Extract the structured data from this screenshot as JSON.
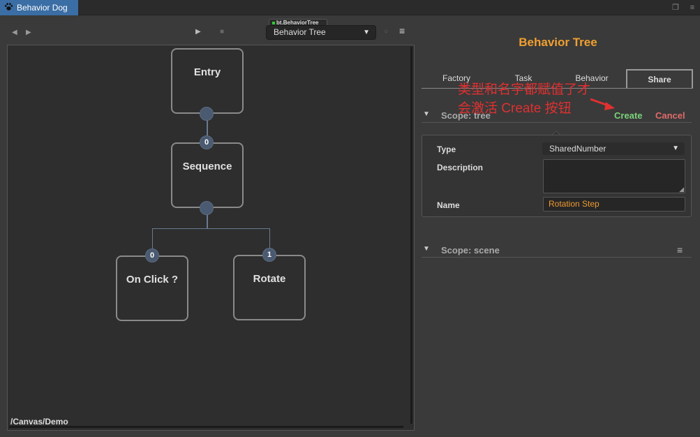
{
  "window": {
    "tab_title": "Behavior Dog",
    "tab_icon": "paw-icon"
  },
  "toolbar": {
    "tree_tag": "bt.BehaviorTree",
    "tree_select_value": "Behavior Tree"
  },
  "canvas": {
    "path": "/Canvas/Demo",
    "nodes": {
      "entry": "Entry",
      "sequence": "Sequence",
      "on_click": "On Click ?",
      "rotate": "Rotate"
    },
    "badges": {
      "sequence_in": "0",
      "on_click_in": "0",
      "rotate_in": "1"
    }
  },
  "panel": {
    "title": "Behavior Tree",
    "tabs": {
      "factory": "Factory",
      "task": "Task",
      "behavior": "Behavior",
      "share": "Share"
    },
    "annotation_line1": "类型和名字都赋值了才",
    "annotation_line2": "会激活 Create 按钮",
    "scope_tree": {
      "label": "Scope: tree",
      "create": "Create",
      "cancel": "Cancel"
    },
    "form": {
      "type_label": "Type",
      "type_value": "SharedNumber",
      "description_label": "Description",
      "description_value": "",
      "name_label": "Name",
      "name_value": "Rotation Step"
    },
    "scope_scene": {
      "label": "Scope: scene"
    }
  },
  "colors": {
    "accent_orange": "#f0a030",
    "create_green": "#7bd47b",
    "cancel_red": "#e06a6a",
    "annotation_red": "#e03030",
    "tab_blue": "#3a6ea5"
  }
}
